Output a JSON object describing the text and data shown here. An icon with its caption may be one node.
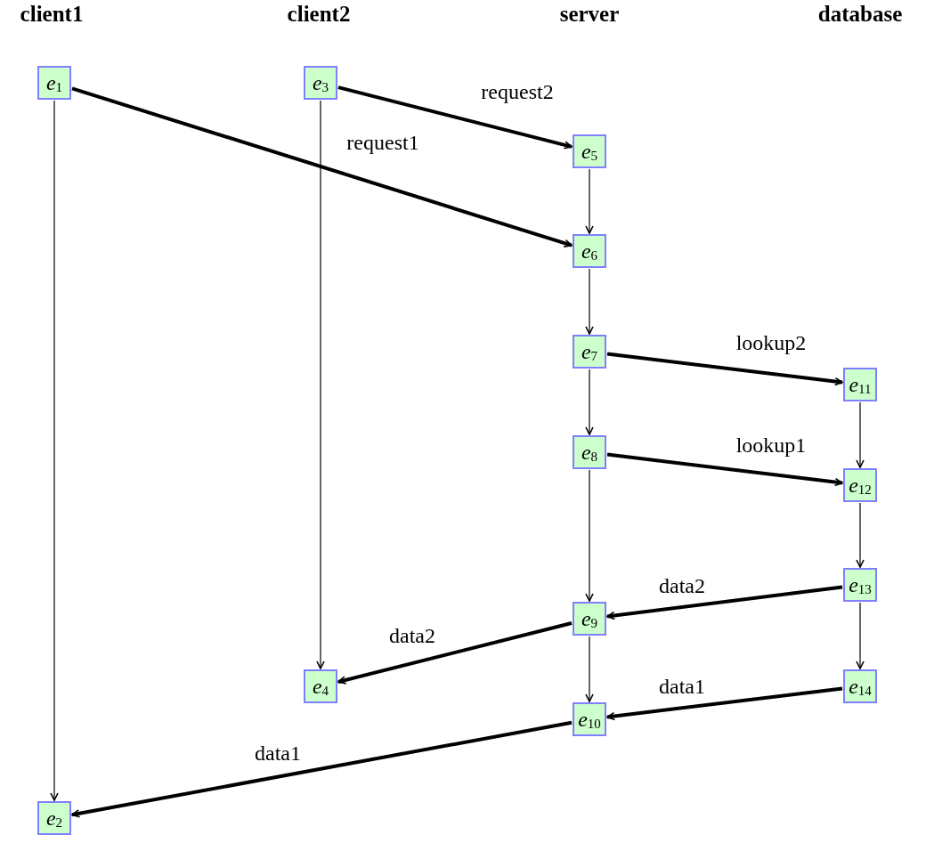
{
  "diagram": {
    "nodes": [
      {
        "text": [
          "*e*$_{1}$"
        ]
      },
      {
        "text": [
          "*e*$_{2}$"
        ]
      },
      {
        "text": [
          "*e*$_{3}$"
        ]
      },
      {
        "text": [
          "*e*$_{4}$"
        ]
      },
      {
        "text": [
          "*e*$_{5}$"
        ]
      },
      {
        "text": [
          "*e*$_{6}$"
        ]
      },
      {
        "text": [
          "*e*$_{7}$"
        ]
      },
      {
        "text": [
          "*e*$_{8}$"
        ]
      },
      {
        "text": [
          "*e*$_{9}$"
        ]
      },
      {
        "text": [
          "*e*$_{10}$"
        ]
      },
      {
        "text": [
          "*e*$_{11}$"
        ]
      },
      {
        "text": [
          "*e*$_{12}$"
        ]
      },
      {
        "text": [
          "*e*$_{13}$"
        ]
      },
      {
        "text": [
          "*e*$_{14}$"
        ]
      }
    ],
    "edges": [
      {
        "from": 0,
        "to": 1,
        "arrow": "to"
      },
      {
        "from": 2,
        "to": 3,
        "arrow": "to"
      },
      {
        "from": 4,
        "to": 5,
        "arrow": "to"
      },
      {
        "from": 5,
        "to": 6,
        "arrow": "to"
      },
      {
        "from": 6,
        "to": 7,
        "arrow": "to"
      },
      {
        "from": 7,
        "to": 8,
        "arrow": "to"
      },
      {
        "from": 8,
        "to": 9,
        "arrow": "to"
      },
      {
        "from": 10,
        "to": 11,
        "arrow": "to"
      },
      {
        "from": 11,
        "to": 12,
        "arrow": "to"
      },
      {
        "from": 12,
        "to": 13,
        "arrow": "to"
      },
      {
        "from": 0,
        "to": 5,
        "arrow": "to",
        "label": "request1",
        "style": "thick"
      },
      {
        "from": 2,
        "to": 4,
        "arrow": "to",
        "label": "request2",
        "style": "thick"
      },
      {
        "from": 6,
        "to": 10,
        "arrow": "to",
        "label": "lookup2",
        "style": "thick"
      },
      {
        "from": 7,
        "to": 11,
        "arrow": "to",
        "label": "lookup1",
        "style": "thick"
      },
      {
        "from": 12,
        "to": 8,
        "arrow": "to",
        "label": "data2",
        "style": "thick"
      },
      {
        "from": 8,
        "to": 3,
        "arrow": "to",
        "label": "data2",
        "style": "thick"
      },
      {
        "from": 13,
        "to": 9,
        "arrow": "to",
        "label": "data1",
        "style": "thick"
      },
      {
        "from": 9,
        "to": 1,
        "arrow": "to",
        "label": "data1",
        "style": "thick"
      }
    ],
    "labels": [
      "client1",
      "client2",
      "server",
      "database"
    ]
  }
}
